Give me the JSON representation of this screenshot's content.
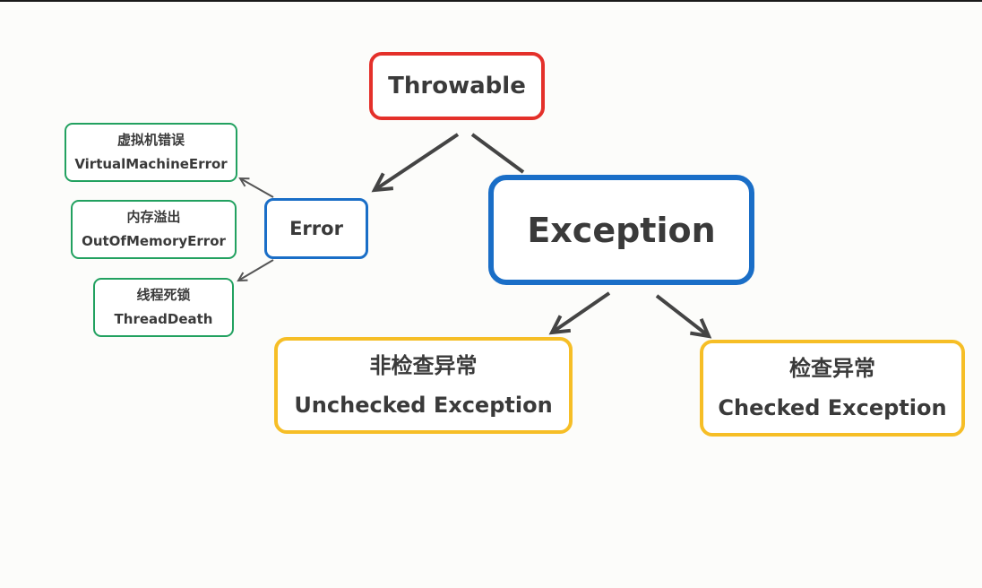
{
  "diagram": {
    "root": {
      "label": "Throwable"
    },
    "error": {
      "label": "Error",
      "children": [
        {
          "label_cn": "虚拟机错误",
          "label_en": "VirtualMachineError"
        },
        {
          "label_cn": "内存溢出",
          "label_en": "OutOfMemoryError"
        },
        {
          "label_cn": "线程死锁",
          "label_en": "ThreadDeath"
        }
      ]
    },
    "exception": {
      "label": "Exception",
      "children": [
        {
          "label_cn": "非检查异常",
          "label_en": "Unchecked Exception"
        },
        {
          "label_cn": "检查异常",
          "label_en": "Checked Exception"
        }
      ]
    }
  },
  "colors": {
    "root_border": "#e4302a",
    "error_exception_border": "#1a6ec7",
    "leaf_border": "#22a160",
    "category_border": "#f6be26",
    "arrow": "#444444",
    "text": "#3a3a3a"
  }
}
